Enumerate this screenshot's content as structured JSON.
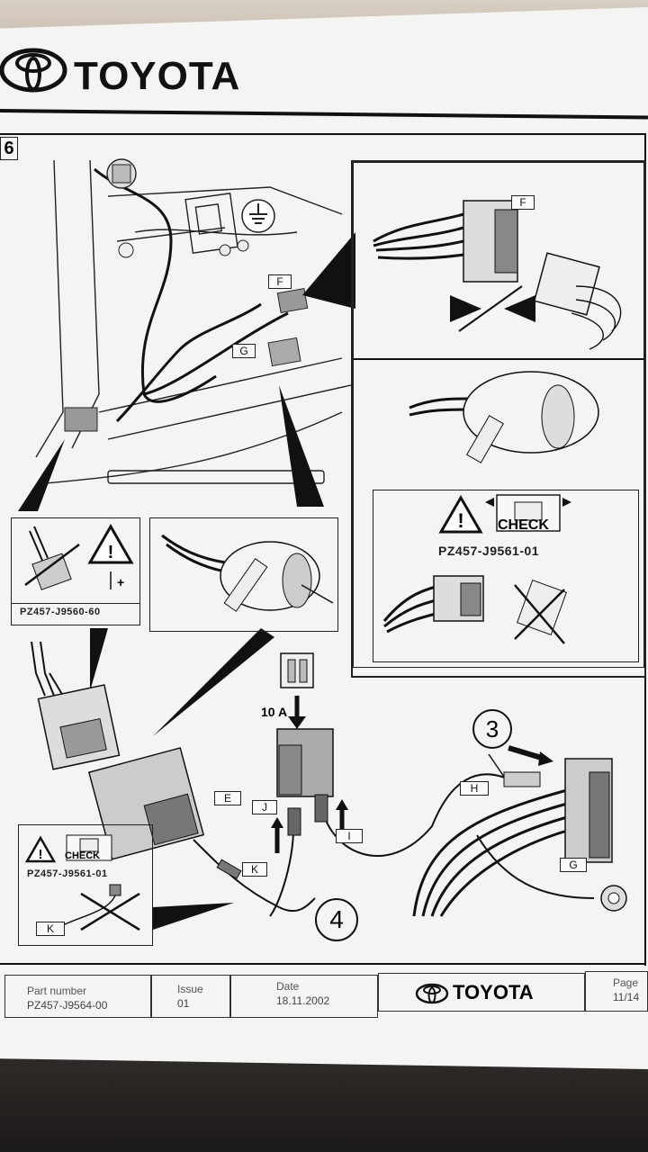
{
  "header": {
    "brand": "TOYOTA",
    "step_number": "6"
  },
  "connector_labels": {
    "f_top": "F",
    "g_top": "G",
    "f_inset": "F",
    "e": "E",
    "j": "J",
    "i": "I",
    "k_main": "K",
    "k_inset": "K",
    "h": "H",
    "g_main": "G"
  },
  "callouts": {
    "three": "3",
    "four": "4",
    "fuse_rating": "10 A"
  },
  "part_numbers": {
    "check_right": "PZ457-J9561-01",
    "ground_inset": "PZ457-J9560-60",
    "check_left": "PZ457-J9561-01"
  },
  "check_labels": {
    "right": "CHECK",
    "left": "CHECK"
  },
  "footer": {
    "part_number_label": "Part number",
    "part_number_value": "PZ457-J9564-00",
    "issue_label": "Issue",
    "issue_value": "01",
    "date_label": "Date",
    "date_value": "18.11.2002",
    "brand": "TOYOTA",
    "page_label": "Page",
    "page_value": "11/14"
  }
}
